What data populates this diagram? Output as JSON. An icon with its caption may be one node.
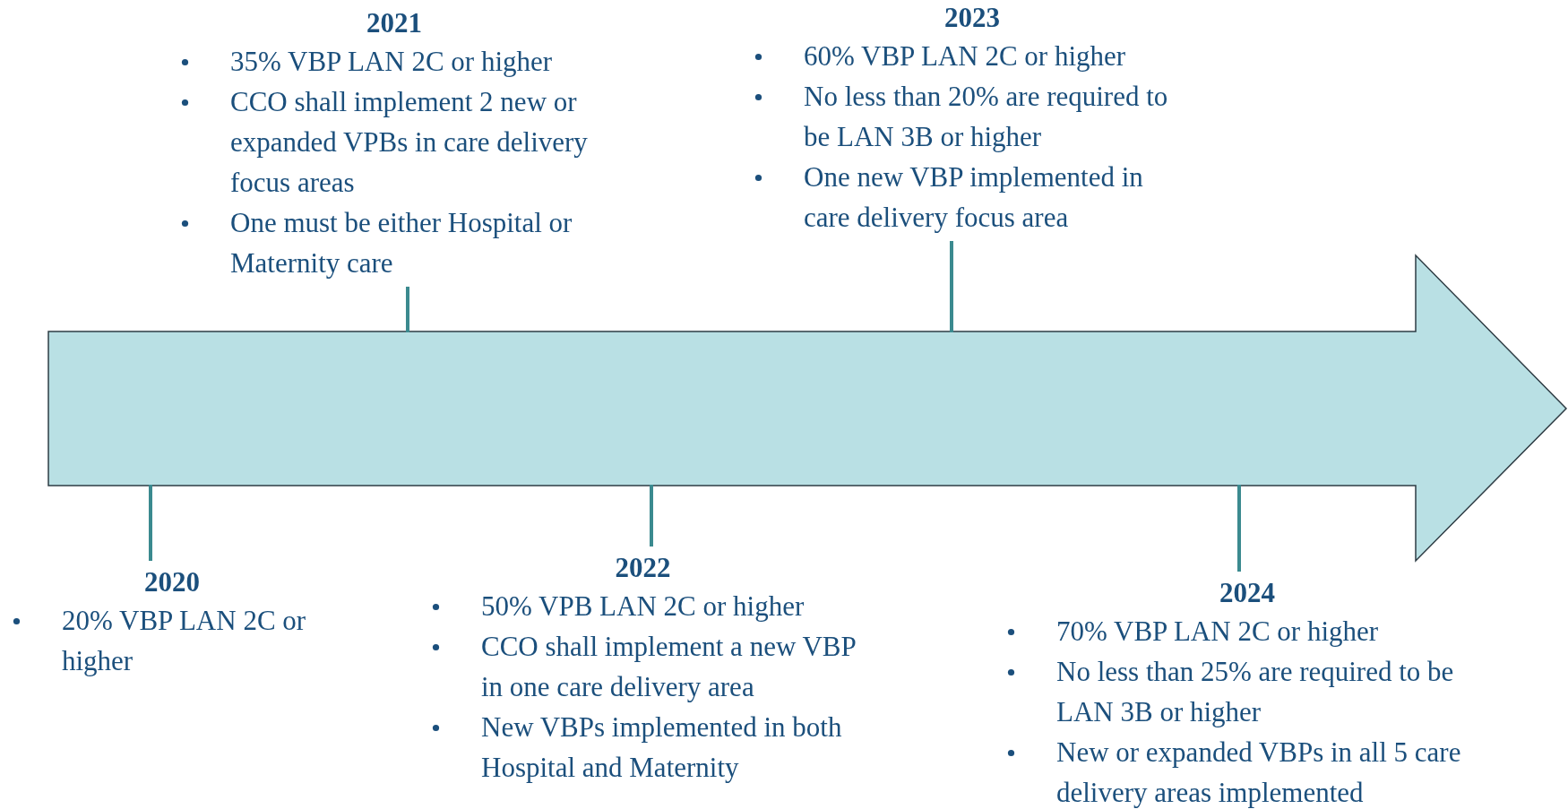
{
  "diagram": {
    "nodes": [
      {
        "text": [],
        "shape": "arrow"
      },
      {
        "text": [
          "2020",
          "20% VBP LAN 2C or higher"
        ]
      },
      {
        "text": [
          "2021",
          "35% VBP LAN 2C or higher",
          "CCO shall implement 2 new or expanded VPBs in care delivery focus areas",
          "One must be either Hospital or Maternity care"
        ]
      },
      {
        "text": [
          "2022",
          "50% VPB LAN 2C or higher",
          "CCO shall implement a new VBP in one care delivery area",
          "New VBPs implemented in both Hospital and Maternity"
        ]
      },
      {
        "text": [
          "2023",
          "60% VBP LAN 2C or higher",
          "No less than 20% are required to be LAN 3B or higher",
          "One new VBP implemented in care delivery focus area"
        ]
      },
      {
        "text": [
          "2024",
          "70% VBP LAN 2C or higher",
          "No less than 25% are required to be LAN 3B or higher",
          "New or expanded VBPs in all 5 care delivery areas implemented"
        ]
      }
    ],
    "edges": [
      {
        "from": 1,
        "to": 0,
        "arrow": "none"
      },
      {
        "from": 2,
        "to": 0,
        "arrow": "none"
      },
      {
        "from": 3,
        "to": 0,
        "arrow": "none"
      },
      {
        "from": 4,
        "to": 0,
        "arrow": "none"
      },
      {
        "from": 5,
        "to": 0,
        "arrow": "none"
      }
    ]
  }
}
